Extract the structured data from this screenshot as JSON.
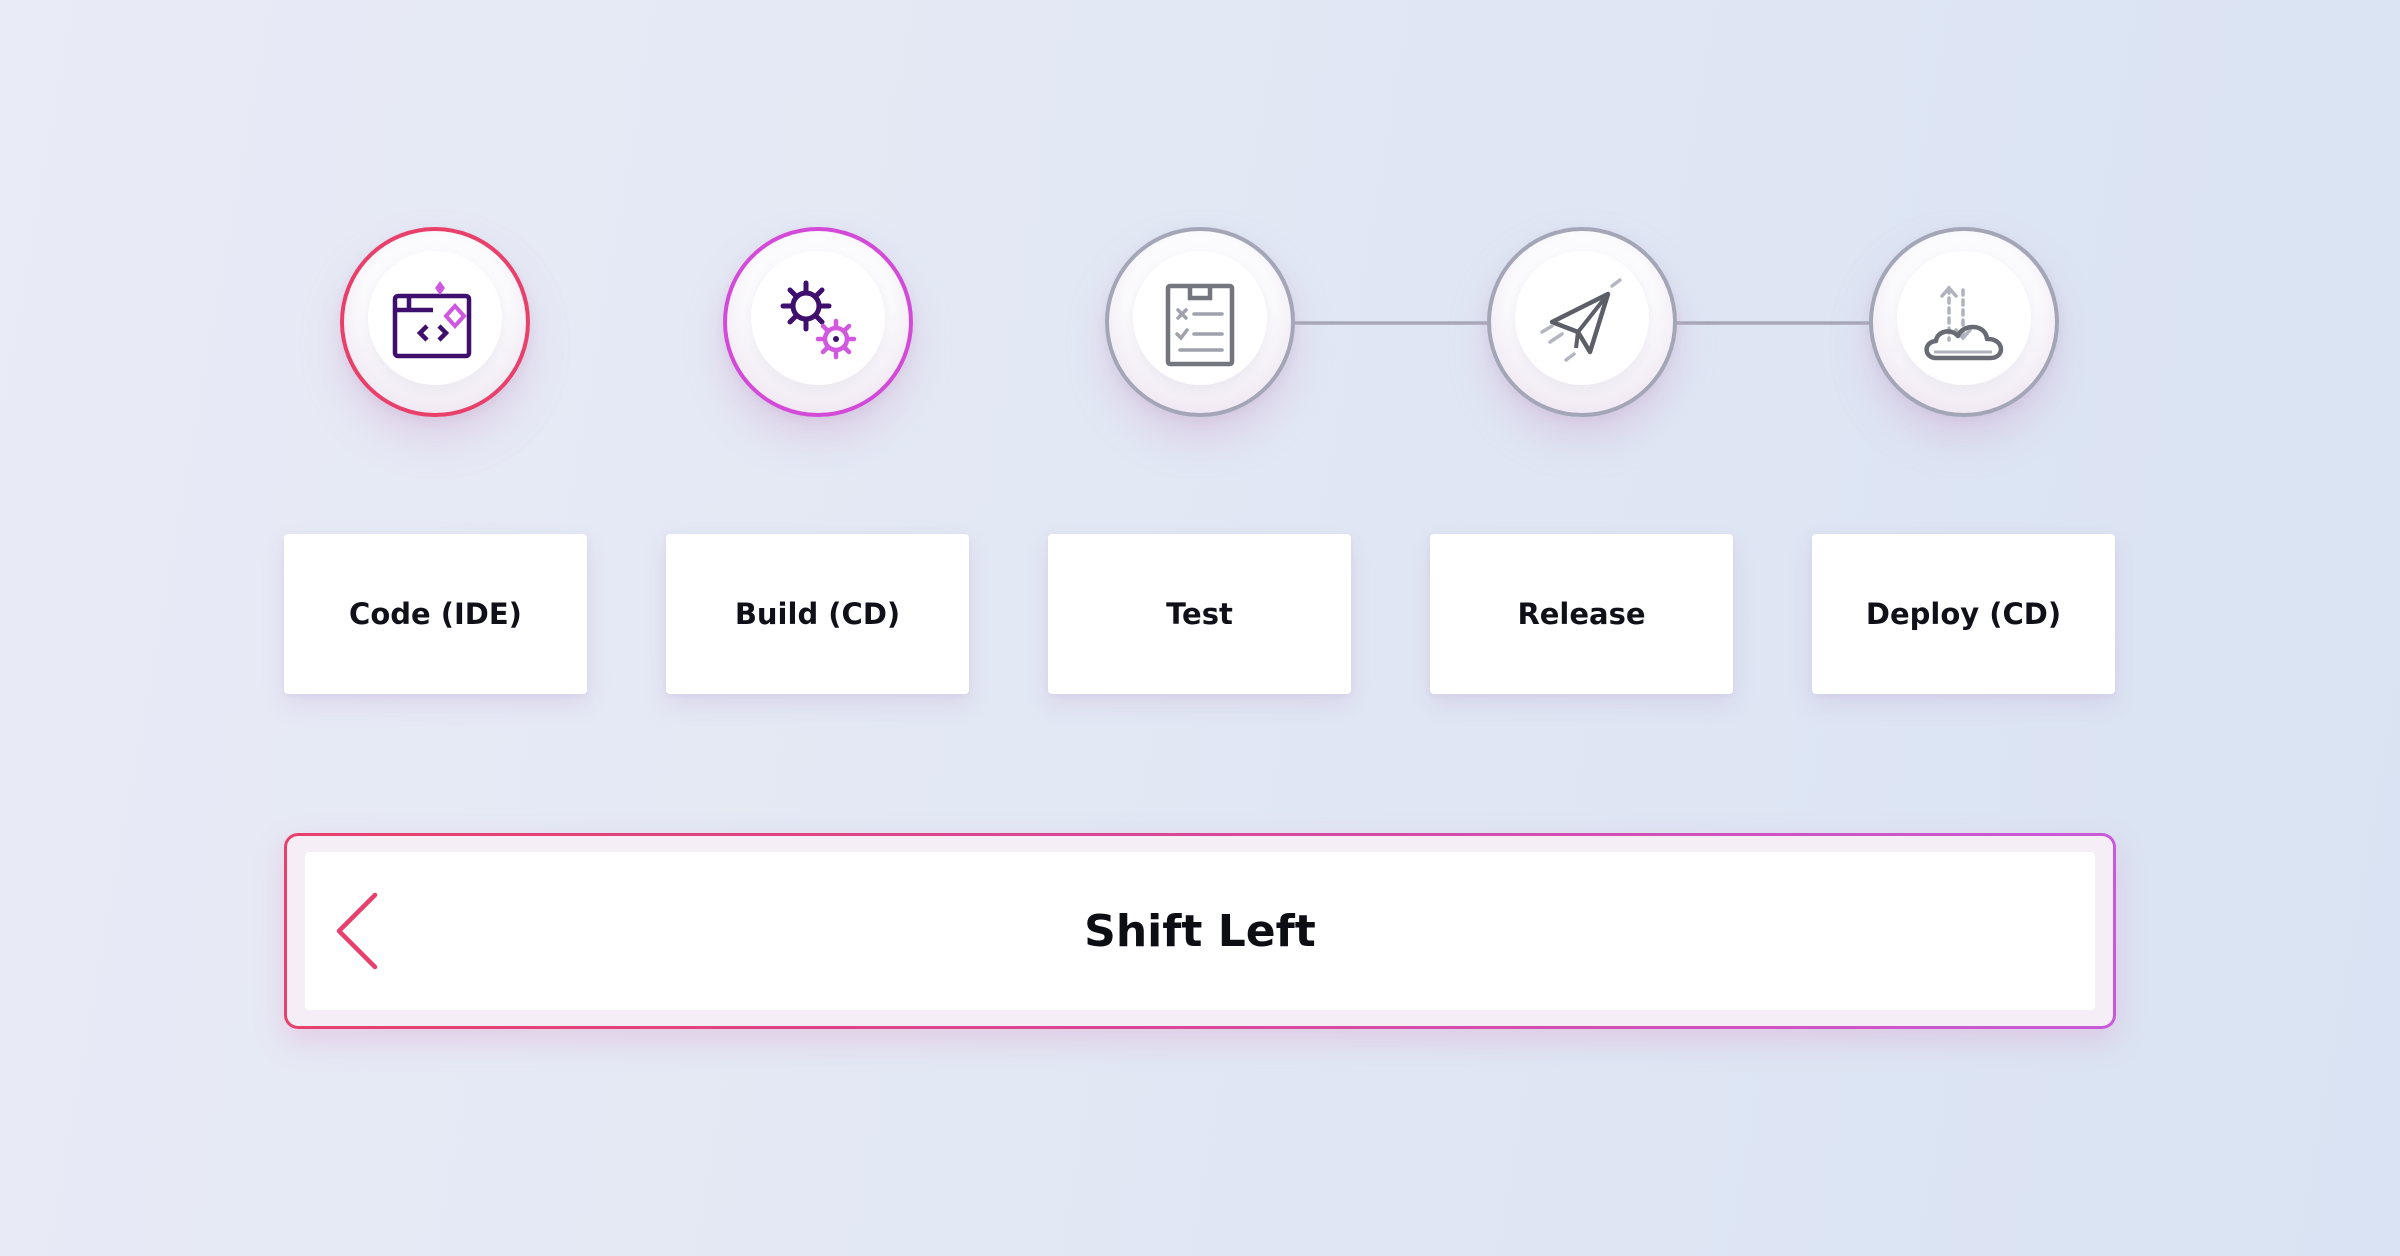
{
  "pipeline": {
    "stages": [
      {
        "label": "Code (IDE)",
        "icon": "code-editor-sparkle-icon",
        "accent": "#e8406b"
      },
      {
        "label": "Build (CD)",
        "icon": "gears-icon",
        "accent": "#d44ad8"
      },
      {
        "label": "Test",
        "icon": "clipboard-checklist-icon",
        "accent": "#a2a6b6"
      },
      {
        "label": "Release",
        "icon": "paper-plane-icon",
        "accent": "#a2a6b6"
      },
      {
        "label": "Deploy (CD)",
        "icon": "cloud-upload-download-icon",
        "accent": "#a2a6b6"
      }
    ]
  },
  "shift": {
    "label": "Shift Left",
    "icon": "left-arrow-icon",
    "gradient": [
      "#e8406b",
      "#c95ad8"
    ]
  }
}
